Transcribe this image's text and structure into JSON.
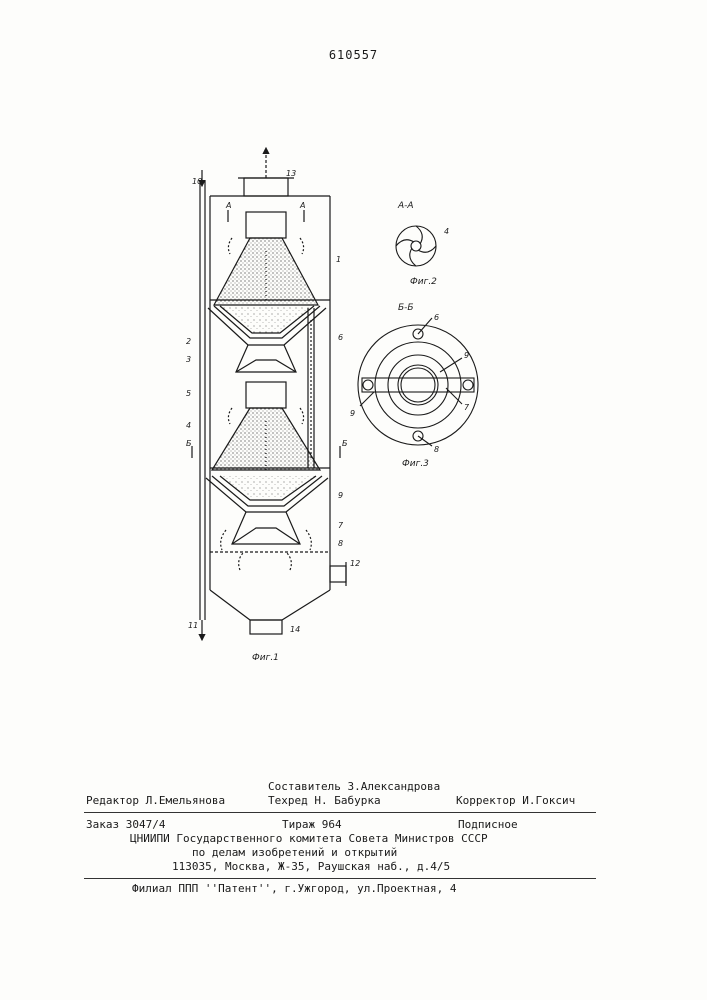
{
  "patent_number": "610557",
  "figure1": {
    "caption": "Фиг.1",
    "labels": [
      "1",
      "2",
      "3",
      "4",
      "5",
      "6",
      "7",
      "8",
      "9",
      "10",
      "11",
      "12",
      "13",
      "14"
    ],
    "section_a": "А",
    "section_b": "Б"
  },
  "figure2": {
    "caption": "Фиг.2",
    "section_title": "А-А",
    "label_4": "4"
  },
  "figure3": {
    "caption": "Фиг.3",
    "section_title": "Б-Б",
    "label_6": "6",
    "label_7": "7",
    "label_8": "8",
    "label_9": "9"
  },
  "imprint": {
    "compiler": "Составитель З.Александрова",
    "editor": "Редактор Л.Емельянова",
    "techred": "Техред Н. Бабурка",
    "corrector": "Корректор И.Гоксич",
    "order": "Заказ 3047/4",
    "circulation": "Тираж 964",
    "subscription": "Подписное",
    "org_line1": "ЦНИИПИ Государственного комитета Совета Министров СССР",
    "org_line2": "по делам изобретений и открытий",
    "org_address": "113035, Москва, Ж-35, Раушская наб., д.4/5",
    "branch": "Филиал ППП ''Патент'', г.Ужгород, ул.Проектная, 4"
  }
}
